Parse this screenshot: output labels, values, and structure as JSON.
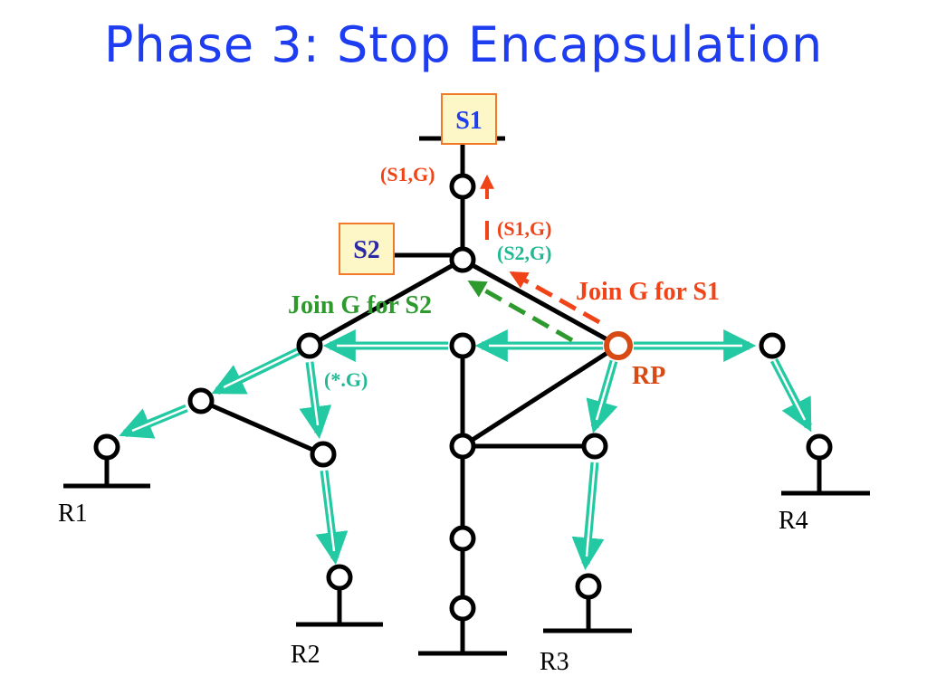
{
  "title": "Phase 3:  Stop Encapsulation",
  "sources": {
    "s1": "S1",
    "s2": "S2"
  },
  "rp_label": "RP",
  "receivers": {
    "r1": "R1",
    "r2": "R2",
    "r3": "R3",
    "r4": "R4"
  },
  "labels": {
    "s1g_top": "(S1,G)",
    "s1g_mid": "(S1,G)",
    "s2g": "(S2,G)",
    "star_g": "(*.G)",
    "join_s1": "Join G for S1",
    "join_s2": "Join G for S2"
  },
  "colors": {
    "title": "#1e3cf0",
    "s1_join": "#f04418",
    "s2_join": "#2e9a2e",
    "shared_tree": "#22c9a2",
    "rp": "#d84a14",
    "source_box_fill": "#fdf7c8",
    "source_box_border": "#f07a2a"
  }
}
